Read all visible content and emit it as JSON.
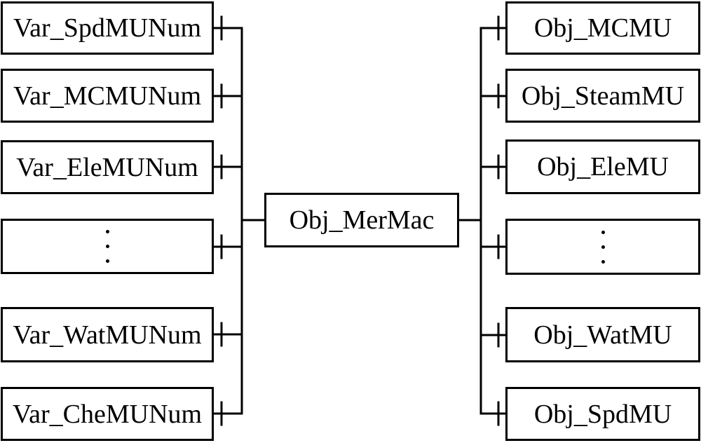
{
  "figure": {
    "background_color": "#ffffff",
    "line_color": "#000000",
    "center_node": {
      "label": "Obj_MerMac"
    },
    "left_nodes": [
      {
        "label": "Var_SpdMUNum"
      },
      {
        "label": "Var_MCMUNum"
      },
      {
        "label": "Var_EleMUNum"
      },
      {
        "label": "",
        "ellipsis": true
      },
      {
        "label": "Var_WatMUNum"
      },
      {
        "label": "Var_CheMUNum"
      }
    ],
    "right_nodes": [
      {
        "label": "Obj_MCMU"
      },
      {
        "label": "Obj_SteamMU"
      },
      {
        "label": "Obj_EleMU"
      },
      {
        "label": "",
        "ellipsis": true
      },
      {
        "label": "Obj_WatMU"
      },
      {
        "label": "Obj_SpdMU"
      }
    ]
  }
}
